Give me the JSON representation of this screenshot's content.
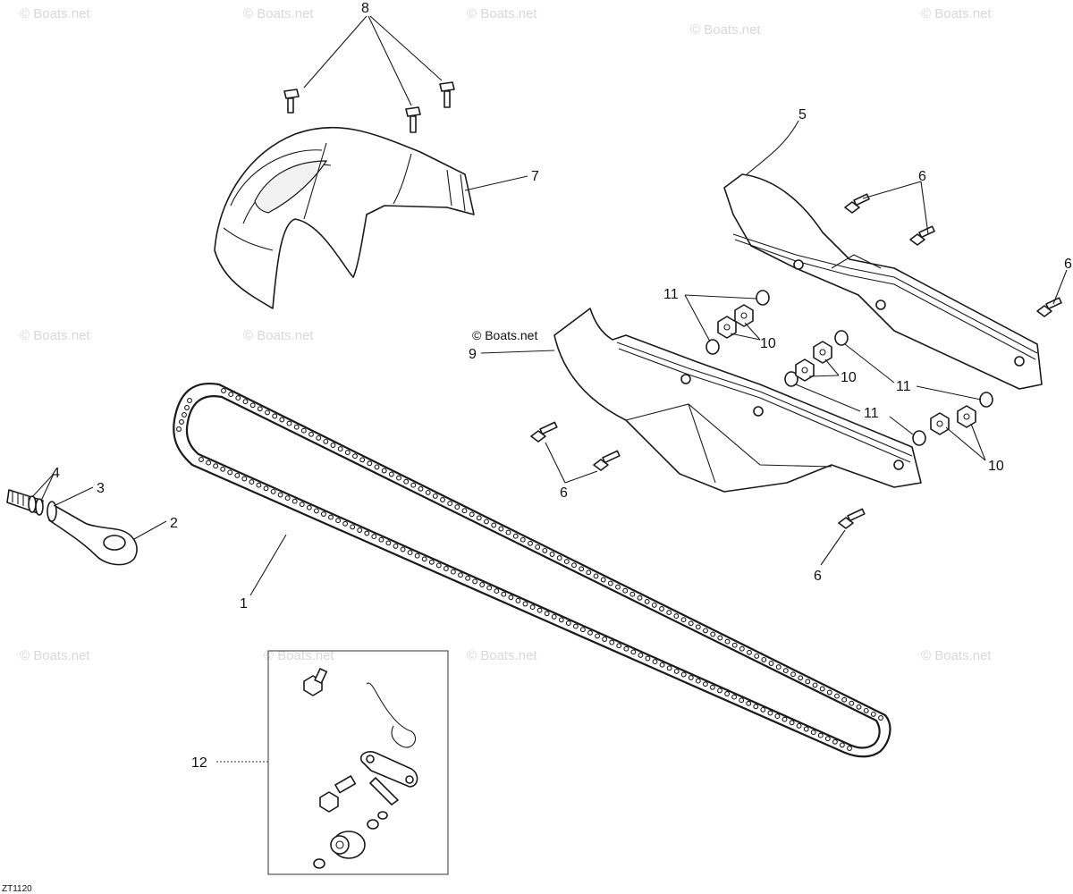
{
  "watermark": {
    "text": "© Boats.net"
  },
  "credit": {
    "text": "© Boats.net"
  },
  "diagram_code": "ZT1120",
  "callouts": {
    "c1": "1",
    "c2": "2",
    "c3": "3",
    "c4": "4",
    "c5": "5",
    "c6a": "6",
    "c6b": "6",
    "c6c": "6",
    "c6d": "6",
    "c7": "7",
    "c8": "8",
    "c9": "9",
    "c10a": "10",
    "c10b": "10",
    "c10c": "10",
    "c11a": "11",
    "c11b": "11",
    "c11c": "11",
    "c12": "12"
  }
}
